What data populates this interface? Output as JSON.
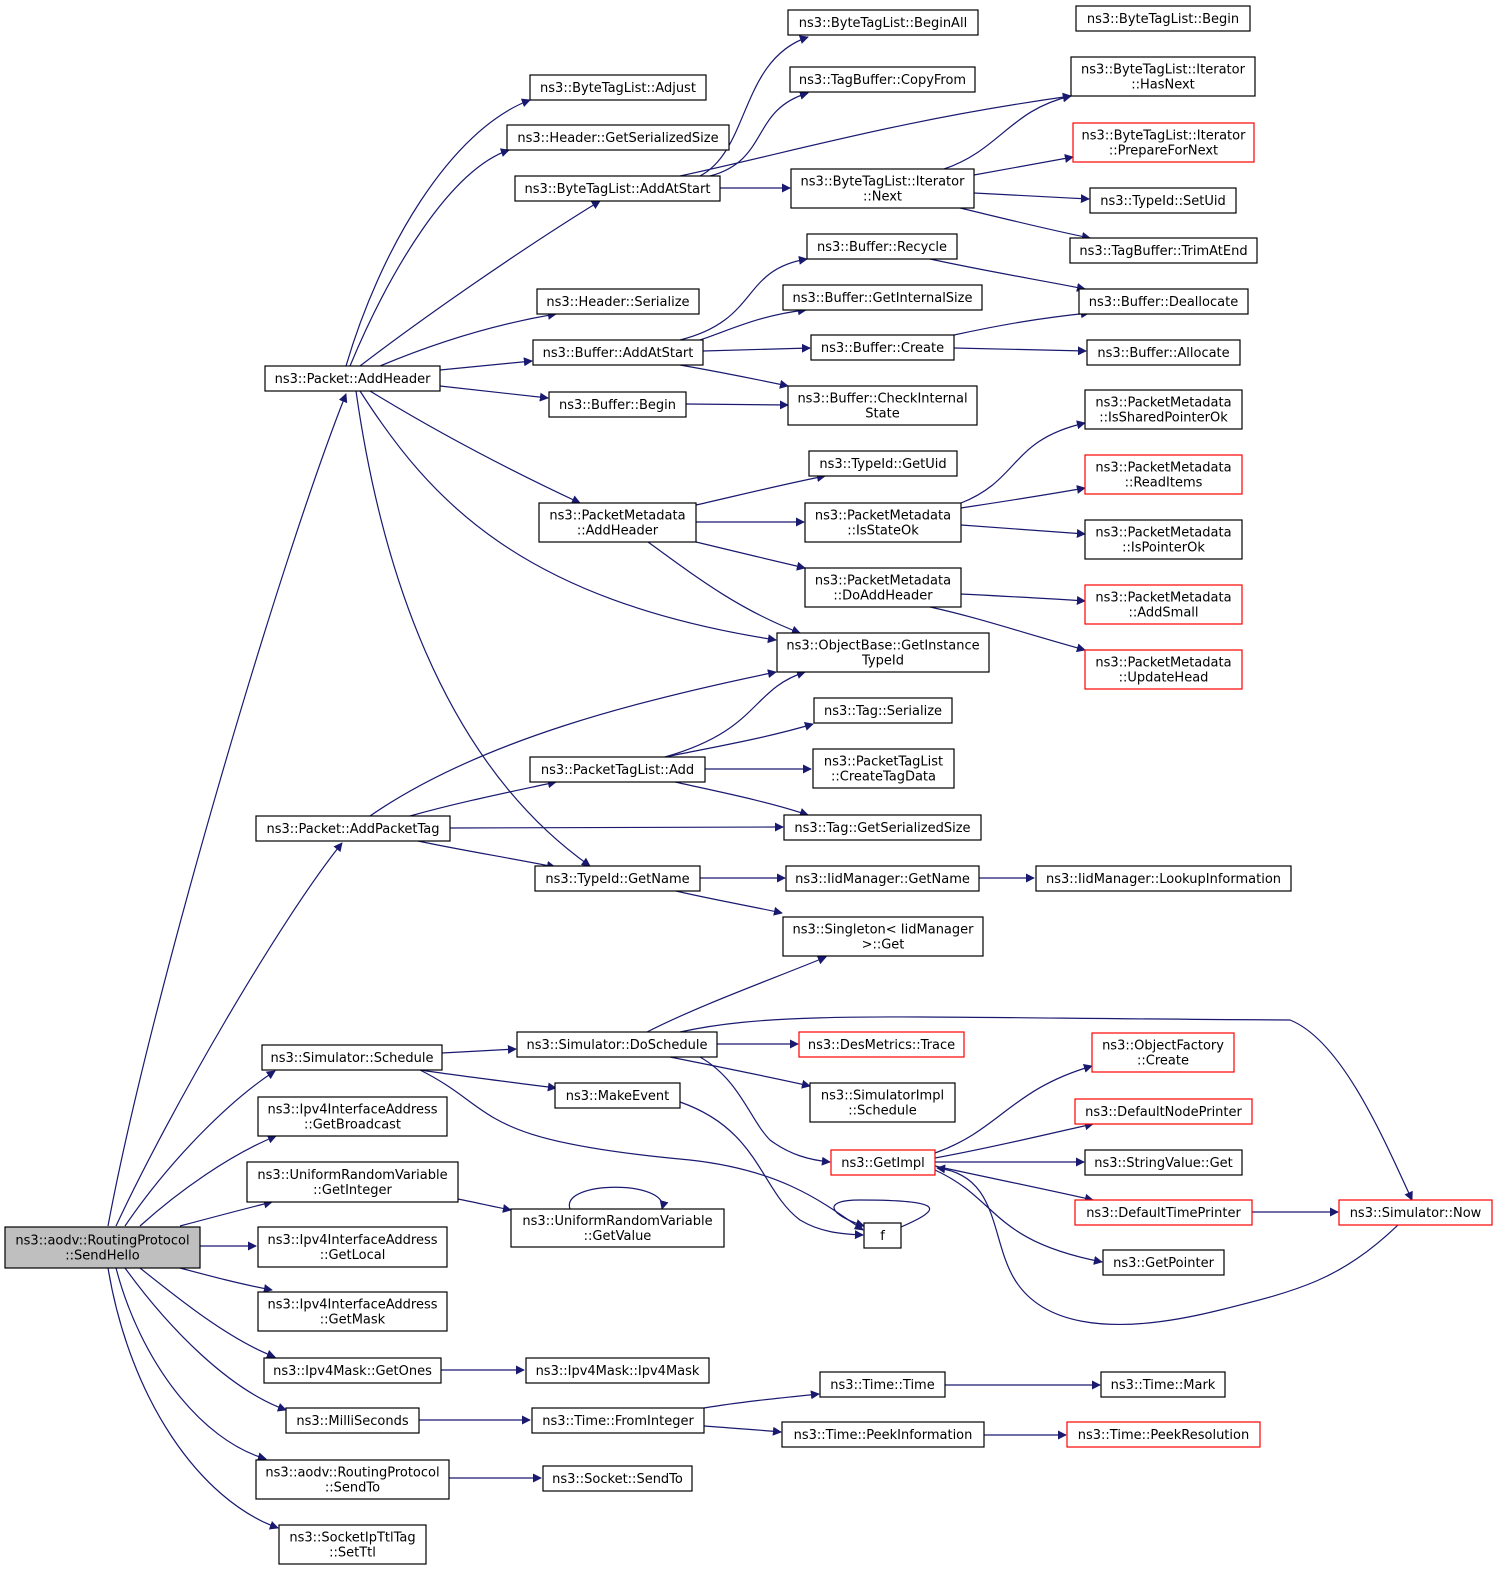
{
  "colors": {
    "edge": "#191970",
    "node_border": "#000000",
    "incomplete_border": "#ff0000",
    "root_fill": "#bfbfbf",
    "node_fill": "#ffffff"
  },
  "nodes": [
    {
      "id": "root",
      "lines": [
        "ns3::aodv::RoutingProtocol",
        "::SendHello"
      ],
      "root": true
    },
    {
      "id": "pah",
      "lines": [
        "ns3::Packet::AddHeader"
      ]
    },
    {
      "id": "papt",
      "lines": [
        "ns3::Packet::AddPacketTag"
      ]
    },
    {
      "id": "ssch",
      "lines": [
        "ns3::Simulator::Schedule"
      ]
    },
    {
      "id": "gbc",
      "lines": [
        "ns3::Ipv4InterfaceAddress",
        "::GetBroadcast"
      ]
    },
    {
      "id": "urvgi",
      "lines": [
        "ns3::UniformRandomVariable",
        "::GetInteger"
      ]
    },
    {
      "id": "gloc",
      "lines": [
        "ns3::Ipv4InterfaceAddress",
        "::GetLocal"
      ]
    },
    {
      "id": "gmask",
      "lines": [
        "ns3::Ipv4InterfaceAddress",
        "::GetMask"
      ]
    },
    {
      "id": "gones",
      "lines": [
        "ns3::Ipv4Mask::GetOnes"
      ]
    },
    {
      "id": "msec",
      "lines": [
        "ns3::MilliSeconds"
      ]
    },
    {
      "id": "sendto",
      "lines": [
        "ns3::aodv::RoutingProtocol",
        "::SendTo"
      ]
    },
    {
      "id": "setttl",
      "lines": [
        "ns3::SocketIpTtlTag",
        "::SetTtl"
      ]
    },
    {
      "id": "btladj",
      "lines": [
        "ns3::ByteTagList::Adjust"
      ]
    },
    {
      "id": "hgss",
      "lines": [
        "ns3::Header::GetSerializedSize"
      ]
    },
    {
      "id": "btlaas",
      "lines": [
        "ns3::ByteTagList::AddAtStart"
      ]
    },
    {
      "id": "hser",
      "lines": [
        "ns3::Header::Serialize"
      ]
    },
    {
      "id": "baas",
      "lines": [
        "ns3::Buffer::AddAtStart"
      ]
    },
    {
      "id": "bbegin",
      "lines": [
        "ns3::Buffer::Begin"
      ]
    },
    {
      "id": "pmah",
      "lines": [
        "ns3::PacketMetadata",
        "::AddHeader"
      ]
    },
    {
      "id": "ptla",
      "lines": [
        "ns3::PacketTagList::Add"
      ]
    },
    {
      "id": "tidgn",
      "lines": [
        "ns3::TypeId::GetName"
      ]
    },
    {
      "id": "sdos",
      "lines": [
        "ns3::Simulator::DoSchedule"
      ]
    },
    {
      "id": "mev",
      "lines": [
        "ns3::MakeEvent"
      ]
    },
    {
      "id": "urvgv",
      "lines": [
        "ns3::UniformRandomVariable",
        "::GetValue"
      ]
    },
    {
      "id": "ipv4m",
      "lines": [
        "ns3::Ipv4Mask::Ipv4Mask"
      ]
    },
    {
      "id": "tfi",
      "lines": [
        "ns3::Time::FromInteger"
      ]
    },
    {
      "id": "ssendto",
      "lines": [
        "ns3::Socket::SendTo"
      ]
    },
    {
      "id": "btlba",
      "lines": [
        "ns3::ByteTagList::BeginAll"
      ]
    },
    {
      "id": "tbcf",
      "lines": [
        "ns3::TagBuffer::CopyFrom"
      ]
    },
    {
      "id": "btlin",
      "lines": [
        "ns3::ByteTagList::Iterator",
        "::Next"
      ]
    },
    {
      "id": "brec",
      "lines": [
        "ns3::Buffer::Recycle"
      ]
    },
    {
      "id": "bgis",
      "lines": [
        "ns3::Buffer::GetInternalSize"
      ]
    },
    {
      "id": "bcre",
      "lines": [
        "ns3::Buffer::Create"
      ]
    },
    {
      "id": "bcis",
      "lines": [
        "ns3::Buffer::CheckInternal",
        "State"
      ]
    },
    {
      "id": "tidgu",
      "lines": [
        "ns3::TypeId::GetUid"
      ]
    },
    {
      "id": "pmiso",
      "lines": [
        "ns3::PacketMetadata",
        "::IsStateOk"
      ]
    },
    {
      "id": "pmdah",
      "lines": [
        "ns3::PacketMetadata",
        "::DoAddHeader"
      ]
    },
    {
      "id": "obgit",
      "lines": [
        "ns3::ObjectBase::GetInstance",
        "TypeId"
      ]
    },
    {
      "id": "tser",
      "lines": [
        "ns3::Tag::Serialize"
      ]
    },
    {
      "id": "ptlctd",
      "lines": [
        "ns3::PacketTagList",
        "::CreateTagData"
      ]
    },
    {
      "id": "tgss",
      "lines": [
        "ns3::Tag::GetSerializedSize"
      ]
    },
    {
      "id": "iidgn",
      "lines": [
        "ns3::IidManager::GetName"
      ]
    },
    {
      "id": "singget",
      "lines": [
        "ns3::Singleton< IidManager",
        ">::Get"
      ]
    },
    {
      "id": "dmtr",
      "lines": [
        "ns3::DesMetrics::Trace"
      ],
      "incomplete": true
    },
    {
      "id": "simpls",
      "lines": [
        "ns3::SimulatorImpl",
        "::Schedule"
      ]
    },
    {
      "id": "gimpl",
      "lines": [
        "ns3::GetImpl"
      ],
      "incomplete": true
    },
    {
      "id": "f",
      "lines": [
        "f"
      ]
    },
    {
      "id": "ttime",
      "lines": [
        "ns3::Time::Time"
      ]
    },
    {
      "id": "tpeek",
      "lines": [
        "ns3::Time::PeekInformation"
      ]
    },
    {
      "id": "btlb",
      "lines": [
        "ns3::ByteTagList::Begin"
      ]
    },
    {
      "id": "btlihn",
      "lines": [
        "ns3::ByteTagList::Iterator",
        "::HasNext"
      ]
    },
    {
      "id": "btlipfn",
      "lines": [
        "ns3::ByteTagList::Iterator",
        "::PrepareForNext"
      ],
      "incomplete": true
    },
    {
      "id": "tidsu",
      "lines": [
        "ns3::TypeId::SetUid"
      ]
    },
    {
      "id": "tbtae",
      "lines": [
        "ns3::TagBuffer::TrimAtEnd"
      ]
    },
    {
      "id": "bdealloc",
      "lines": [
        "ns3::Buffer::Deallocate"
      ]
    },
    {
      "id": "balloc",
      "lines": [
        "ns3::Buffer::Allocate"
      ]
    },
    {
      "id": "pmisp",
      "lines": [
        "ns3::PacketMetadata",
        "::IsSharedPointerOk"
      ]
    },
    {
      "id": "pmri",
      "lines": [
        "ns3::PacketMetadata",
        "::ReadItems"
      ],
      "incomplete": true
    },
    {
      "id": "pmipo",
      "lines": [
        "ns3::PacketMetadata",
        "::IsPointerOk"
      ]
    },
    {
      "id": "pmas",
      "lines": [
        "ns3::PacketMetadata",
        "::AddSmall"
      ],
      "incomplete": true
    },
    {
      "id": "pmuh",
      "lines": [
        "ns3::PacketMetadata",
        "::UpdateHead"
      ],
      "incomplete": true
    },
    {
      "id": "iidli",
      "lines": [
        "ns3::IidManager::LookupInformation"
      ]
    },
    {
      "id": "ofcre",
      "lines": [
        "ns3::ObjectFactory",
        "::Create"
      ],
      "incomplete": true
    },
    {
      "id": "dnp",
      "lines": [
        "ns3::DefaultNodePrinter"
      ],
      "incomplete": true
    },
    {
      "id": "svget",
      "lines": [
        "ns3::StringValue::Get"
      ]
    },
    {
      "id": "dtp",
      "lines": [
        "ns3::DefaultTimePrinter"
      ],
      "incomplete": true
    },
    {
      "id": "gptr",
      "lines": [
        "ns3::GetPointer"
      ]
    },
    {
      "id": "snow",
      "lines": [
        "ns3::Simulator::Now"
      ],
      "incomplete": true
    },
    {
      "id": "tmark",
      "lines": [
        "ns3::Time::Mark"
      ]
    },
    {
      "id": "tpres",
      "lines": [
        "ns3::Time::PeekResolution"
      ],
      "incomplete": true
    }
  ]
}
